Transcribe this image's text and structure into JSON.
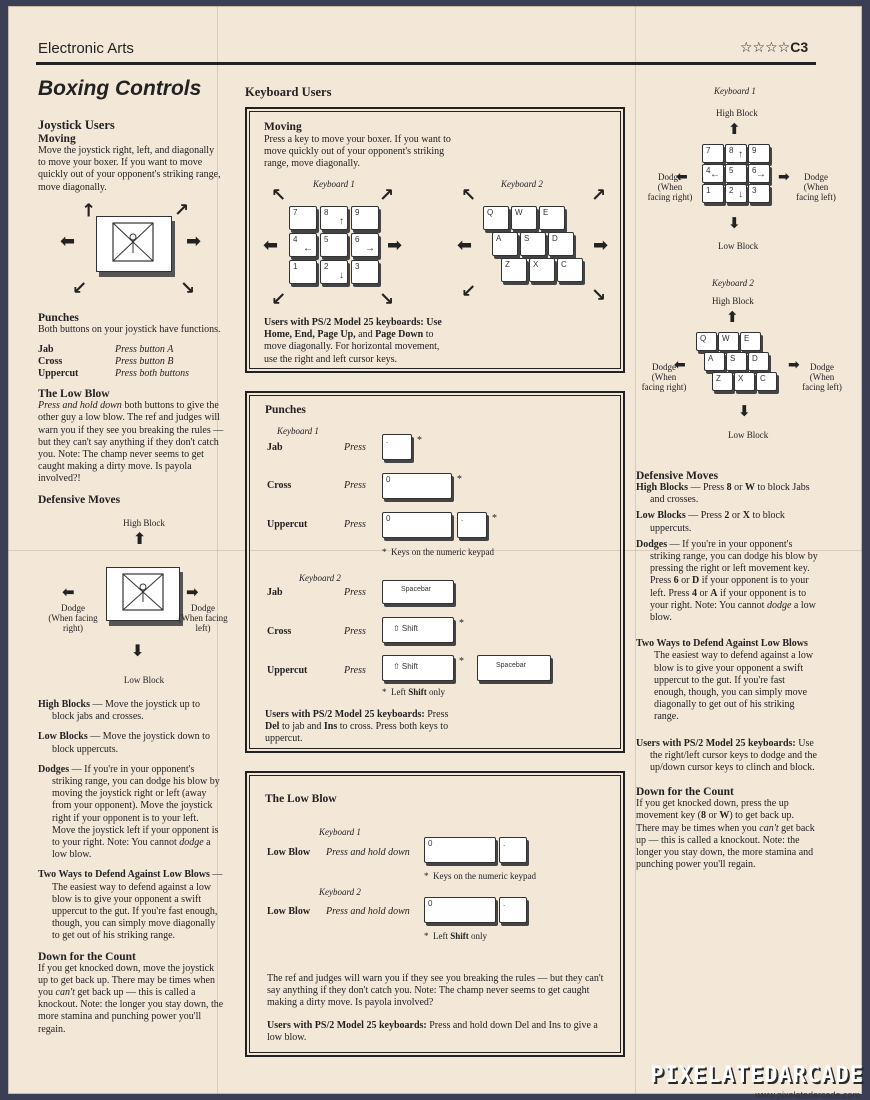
{
  "header": {
    "publisher": "Electronic Arts",
    "page_code": "☆☆☆☆C3"
  },
  "title": "Boxing Controls",
  "joystick": {
    "heading": "Joystick Users",
    "moving_h": "Moving",
    "moving_p": "Move the joystick right, left, and diagonally to move your boxer. If you want to move quickly out of your opponent's striking range, move diagonally.",
    "punches_h": "Punches",
    "punches_p": "Both buttons on your joystick have functions.",
    "punch_rows": [
      {
        "name": "Jab",
        "action": "Press button A"
      },
      {
        "name": "Cross",
        "action": "Press button B"
      },
      {
        "name": "Uppercut",
        "action": "Press both buttons"
      }
    ],
    "lowblow_h": "The Low Blow",
    "lowblow_em": "Press and hold down",
    "lowblow_p": " both buttons to give the other guy a low blow. The ref and judges will warn you if they see you breaking the rules — but they can't say anything if they don't catch you. Note: The champ never seems to get caught making a dirty move. Is payola involved?!",
    "def_h": "Defensive Moves",
    "diagram": {
      "high": "High Block",
      "low": "Low Block",
      "left": "Dodge\n(When facing\nright)",
      "right": "Dodge\n(When facing\nleft)"
    },
    "high_blocks": {
      "b": "High Blocks",
      "t": " — Move the joystick up to block jabs and crosses."
    },
    "low_blocks": {
      "b": "Low Blocks",
      "t": " — Move the joystick down to block uppercuts."
    },
    "dodges": {
      "b": "Dodges",
      "t1": " — If you're in your opponent's striking range, you can dodge his blow by moving the joystick right or left (away from your opponent). Move the joystick right if your opponent is to your left. Move the joystick left if your opponent is to your right. Note: You cannot ",
      "em": "dodge",
      "t2": " a low blow."
    },
    "two_ways": {
      "b": "Two Ways to Defend Against Low Blows",
      "t": " — The easiest way to defend against a low blow is to give your opponent a swift uppercut to the gut. If you're fast enough, though, you can simply move diagonally to get out of his striking range."
    },
    "down_h": "Down for the Count",
    "down_p1": "If you get knocked down, move the joystick up to get back up. There may be times when you ",
    "down_em": "can't",
    "down_p2": " get back up — this is called a knockout. Note: the longer you stay down, the more stamina and punching power you'll regain."
  },
  "keyboard": {
    "heading": "Keyboard Users",
    "moving_h": "Moving",
    "moving_p": "Press a key to move your boxer. If you want to move quickly out of your opponent's striking range, move diagonally.",
    "kb1": "Keyboard 1",
    "kb2": "Keyboard 2",
    "numpad": [
      "7",
      "8",
      "9",
      "4",
      "5",
      "6",
      "1",
      "2",
      "3"
    ],
    "qwerty": [
      "Q",
      "W",
      "E",
      "A",
      "S",
      "D",
      "Z",
      "X",
      "C"
    ],
    "ps2_b": "Users with PS/2 Model 25 keyboards: Use",
    "ps2_keys": "Home, End, Page Up,",
    "ps2_and": " and ",
    "ps2_pgdn": "Page Down",
    "ps2_rest": " to move diagonally. For horizontal movement, use the right and left cursor keys.",
    "punches_h": "Punches",
    "jab": "Jab",
    "cross": "Cross",
    "uppercut": "Uppercut",
    "press": "Press",
    "key_dot": ".",
    "key_zero": "0",
    "spacebar": "Spacebar",
    "shift": "⇧ Shift",
    "star": "*",
    "note_numeric": "Keys on the numeric keypad",
    "note_shift_a": "Left ",
    "note_shift_b": "Shift",
    "note_shift_c": " only",
    "punch_ps2_b": "Users with PS/2 Model 25 keyboards:",
    "punch_ps2_t1": " Press ",
    "punch_ps2_del": "Del",
    "punch_ps2_t2": " to jab and ",
    "punch_ps2_ins": "Ins",
    "punch_ps2_t3": " to cross. Press both keys to uppercut.",
    "lowblow_h": "The Low Blow",
    "low_blow": "Low Blow",
    "press_hold": "Press and hold down",
    "lowblow_p": "The ref and judges will warn you if they see you breaking the rules — but they can't say anything if they don't catch you.  Note: The champ never seems to get caught making a dirty move.  Is payola involved?",
    "lowblow_ps2_b": "Users with PS/2 Model 25 keyboards:",
    "lowblow_ps2_t": " Press and hold down Del and Ins to give a low blow."
  },
  "right": {
    "kb1": "Keyboard 1",
    "kb2": "Keyboard  2",
    "high": "High Block",
    "low": "Low Block",
    "dodge_l": "Dodge\n(When\nfacing right)",
    "dodge_r": "Dodge\n(When\nfacing left)",
    "def_h": "Defensive Moves",
    "high_blocks": {
      "b": "High Blocks",
      "t1": " — Press ",
      "k1": "8",
      "t2": " or ",
      "k2": "W",
      "t3": " to block Jabs and crosses."
    },
    "low_blocks": {
      "b": "Low Blocks",
      "t1": " — Press ",
      "k1": "2",
      "t2": " or ",
      "k2": "X",
      "t3": " to block uppercuts."
    },
    "dodges": {
      "b": "Dodges",
      "t1": " — If you're in your opponent's striking range, you can dodge his blow by pressing the right or left movement key. Press ",
      "k1": "6",
      "t2": " or ",
      "k2": "D",
      "t3": " if your opponent is to your left. Press ",
      "k3": "4",
      "t4": " or ",
      "k4": "A",
      "t5": " if your opponent is to your right.  Note:  You cannot ",
      "em": "dodge",
      "t6": " a low blow."
    },
    "two_ways": {
      "b": "Two Ways to Defend Against Low Blows",
      "t": " The easiest way to defend against a low blow is to give your opponent a swift uppercut to the gut. If you're fast enough, though, you can simply move diagonally to get out of his striking range."
    },
    "ps2": {
      "b": "Users with PS/2 Model 25 keyboards:",
      "t": " Use the right/left cursor keys to dodge and the up/down cursor keys to clinch and block."
    },
    "down_h": "Down for the Count",
    "down_p1": "If you get knocked down, press the up movement key (",
    "down_k1": "8",
    "down_or": " or ",
    "down_k2": "W",
    "down_p2": ") to get back up. There may be times when you ",
    "down_em": "can't",
    "down_p3": " get back up — this is called a knockout. Note: the longer you stay down, the more stamina and punching power you'll regain."
  },
  "watermark": {
    "brand": "PIXELATEDARCADE",
    "url": "www.pixelatedarcade.com"
  }
}
